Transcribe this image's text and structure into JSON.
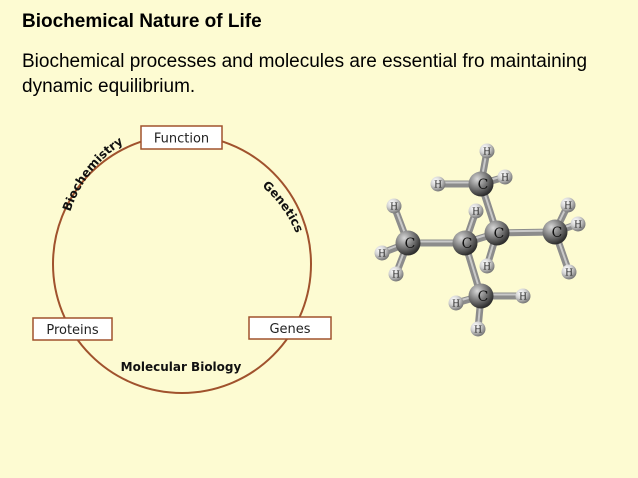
{
  "slide": {
    "title": "Biochemical Nature of Life",
    "body": "Biochemical processes and molecules are essential fro maintaining dynamic equilibrium."
  },
  "cycle": {
    "nodes": {
      "top": "Function",
      "left": "Proteins",
      "right": "Genes"
    },
    "arcs": {
      "left": "Biochemistry",
      "right": "Genetics",
      "bottom": "Molecular Biology"
    },
    "colors": {
      "circle": "#a0522d",
      "box_border": "#a0522d"
    }
  },
  "molecule": {
    "carbon_label": "C",
    "hydrogen_label": "H"
  }
}
